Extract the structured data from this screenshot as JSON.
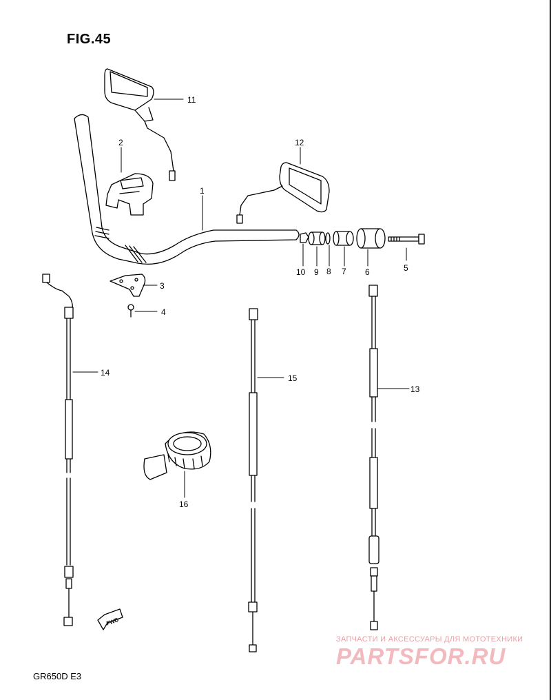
{
  "figure": {
    "title": "FIG.45",
    "model": "GR650D E3"
  },
  "parts": [
    {
      "no": "1"
    },
    {
      "no": "2"
    },
    {
      "no": "3"
    },
    {
      "no": "4"
    },
    {
      "no": "5"
    },
    {
      "no": "6"
    },
    {
      "no": "7"
    },
    {
      "no": "8"
    },
    {
      "no": "9"
    },
    {
      "no": "10"
    },
    {
      "no": "11"
    },
    {
      "no": "12"
    },
    {
      "no": "13"
    },
    {
      "no": "14"
    },
    {
      "no": "15"
    },
    {
      "no": "16"
    }
  ],
  "arrow_label": "FWD",
  "watermark": {
    "tagline": "ЗАПЧАСТИ И АКСЕССУАРЫ ДЛЯ МОТОТЕХНИКИ",
    "brand": "PARTSFOR.RU"
  }
}
